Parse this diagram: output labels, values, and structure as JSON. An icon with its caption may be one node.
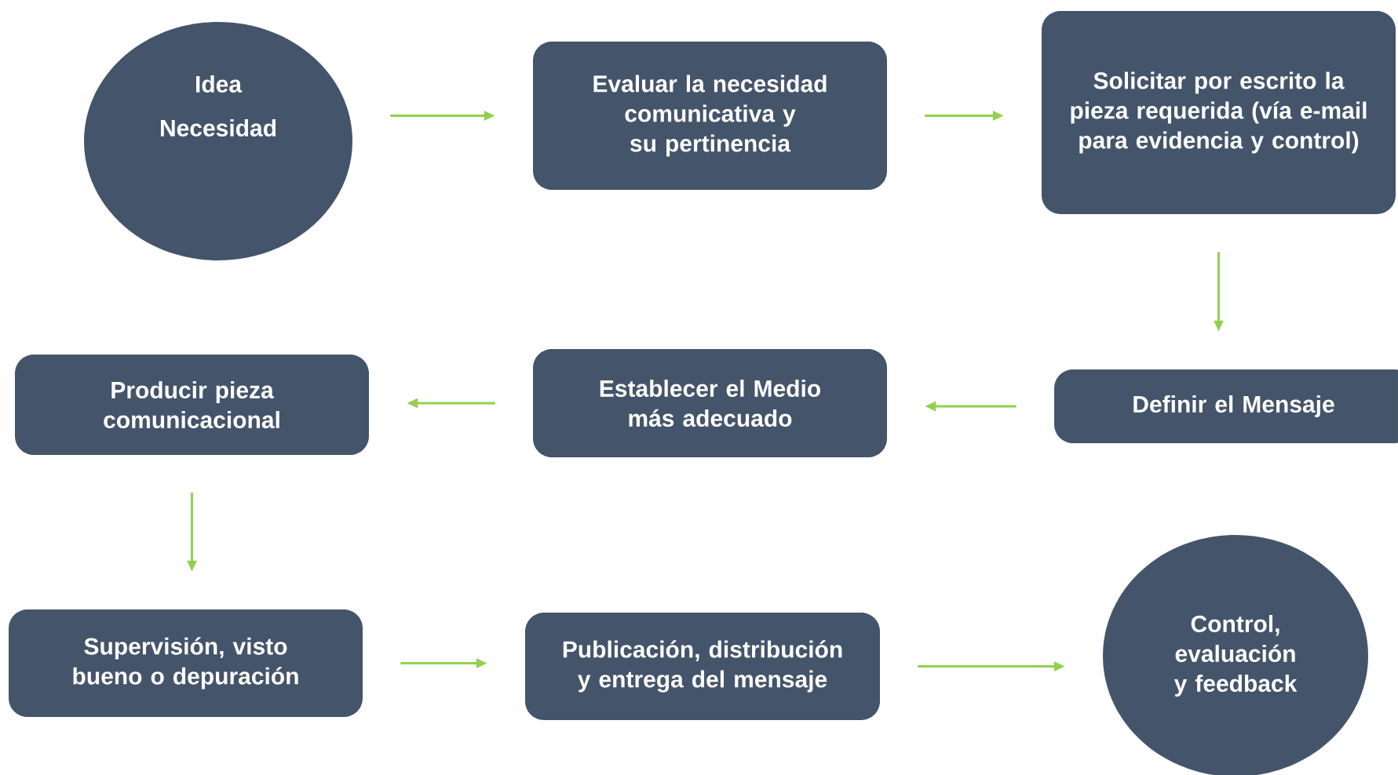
{
  "diagram": {
    "nodes": [
      {
        "text": [
          "Idea",
          "Necesidad"
        ]
      },
      {
        "text": [
          "Evaluar la necesidad comunicativa y su pertinencia"
        ]
      },
      {
        "text": [
          "Solicitar por escrito la pieza requerida (vía e-mail para evidencia y control)"
        ]
      },
      {
        "text": [
          "Definir el Mensaje"
        ]
      },
      {
        "text": [
          "Establecer el Medio más adecuado"
        ]
      },
      {
        "text": [
          "Producir pieza comunicacional"
        ]
      },
      {
        "text": [
          "Supervisión, visto bueno o depuración"
        ]
      },
      {
        "text": [
          "Publicación, distribución y entrega del mensaje"
        ]
      },
      {
        "text": [
          "Control, evaluación y feedback"
        ]
      }
    ],
    "edges": [
      {
        "from": 0,
        "to": 1,
        "arrow": "to"
      },
      {
        "from": 1,
        "to": 2,
        "arrow": "to"
      },
      {
        "from": 2,
        "to": 3,
        "arrow": "to"
      },
      {
        "from": 3,
        "to": 4,
        "arrow": "to"
      },
      {
        "from": 4,
        "to": 5,
        "arrow": "to"
      },
      {
        "from": 5,
        "to": 6,
        "arrow": "to"
      },
      {
        "from": 6,
        "to": 7,
        "arrow": "to"
      },
      {
        "from": 7,
        "to": 8,
        "arrow": "to"
      }
    ]
  }
}
